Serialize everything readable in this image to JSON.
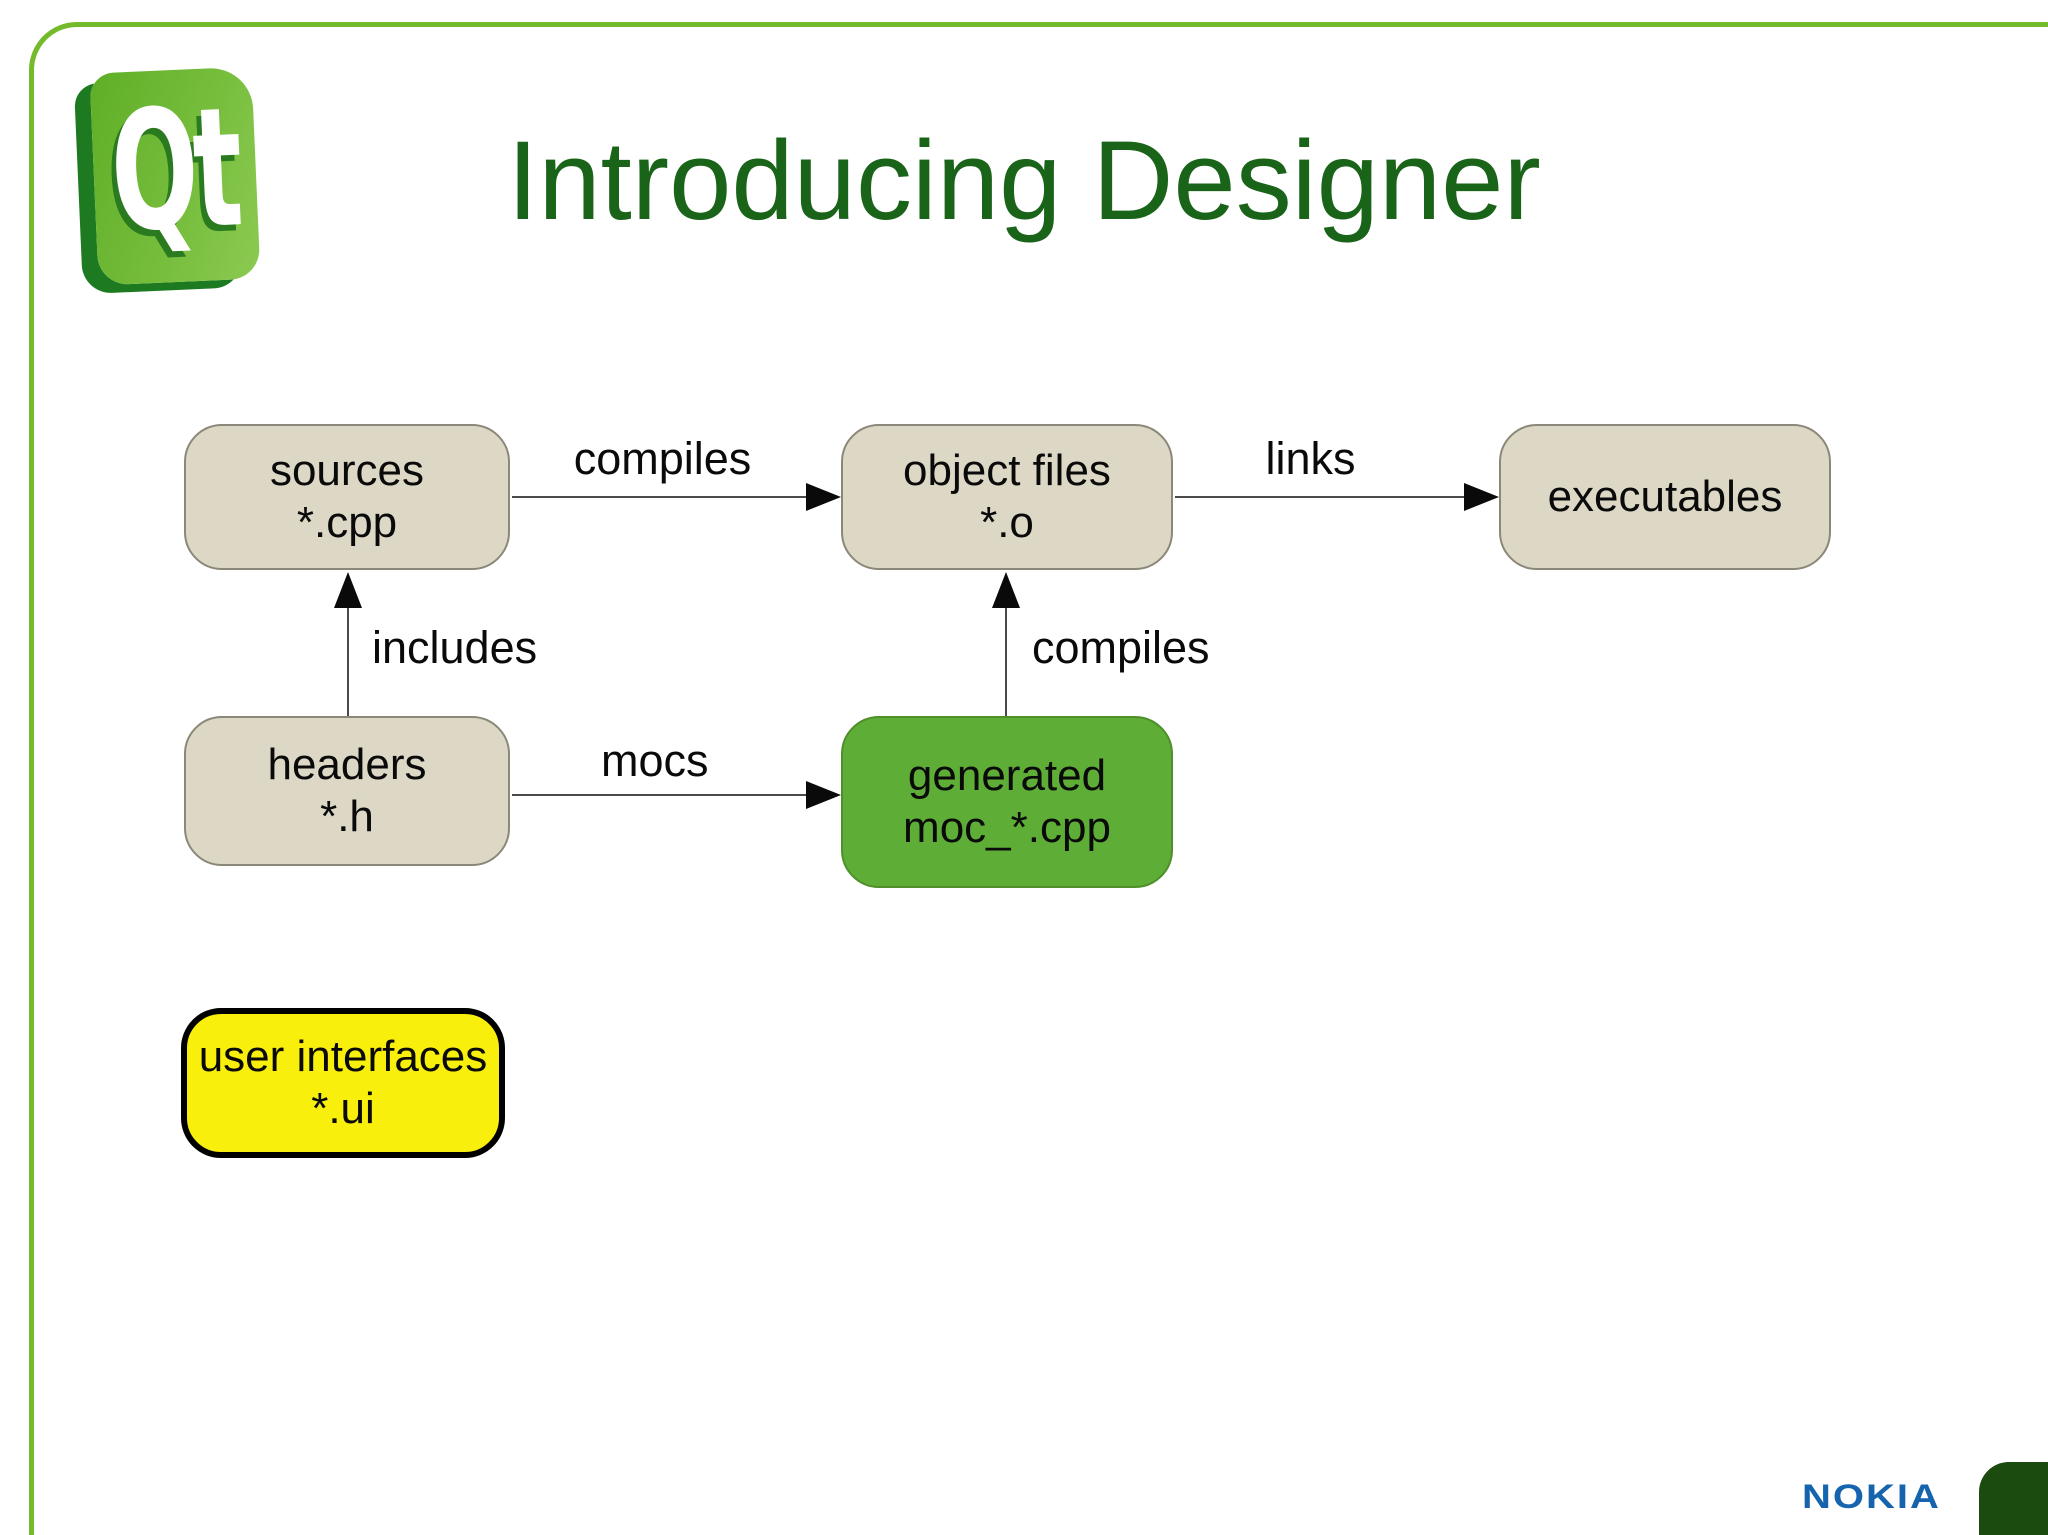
{
  "slide": {
    "title": "Introducing Designer",
    "logo_text": "Qt",
    "footer_brand": "NOKIA"
  },
  "colors": {
    "title_green": "#1a641a",
    "frame_green": "#74ba2b",
    "qt_logo_face_green": "#76bd3c",
    "qt_logo_extrusion_green": "#1e7a21",
    "node_beige_fill": "#ddd8c6",
    "node_beige_border": "#8b8779",
    "node_green_fill": "#5dad36",
    "node_yellow_fill": "#f9ef0c",
    "arrow_line": "#4a4a4a",
    "arrow_head": "#0a0a0a",
    "nokia_blue": "#1663ae",
    "corner_dark_green": "#1b4b0e"
  },
  "diagram": {
    "nodes": [
      {
        "id": "sources",
        "line1": "sources",
        "line2": "*.cpp"
      },
      {
        "id": "object_files",
        "line1": "object files",
        "line2": "*.o"
      },
      {
        "id": "executables",
        "line1": "executables",
        "line2": ""
      },
      {
        "id": "headers",
        "line1": "headers",
        "line2": "*.h"
      },
      {
        "id": "generated",
        "line1": "generated",
        "line2": "moc_*.cpp"
      },
      {
        "id": "user_interfaces",
        "line1": "user interfaces",
        "line2": "*.ui"
      }
    ],
    "edges": [
      {
        "id": "compiles-1",
        "label": "compiles",
        "from": "sources",
        "to": "object_files"
      },
      {
        "id": "links",
        "label": "links",
        "from": "object_files",
        "to": "executables"
      },
      {
        "id": "includes",
        "label": "includes",
        "from": "headers",
        "to": "sources"
      },
      {
        "id": "mocs",
        "label": "mocs",
        "from": "headers",
        "to": "generated"
      },
      {
        "id": "compiles-2",
        "label": "compiles",
        "from": "generated",
        "to": "object_files"
      }
    ]
  }
}
